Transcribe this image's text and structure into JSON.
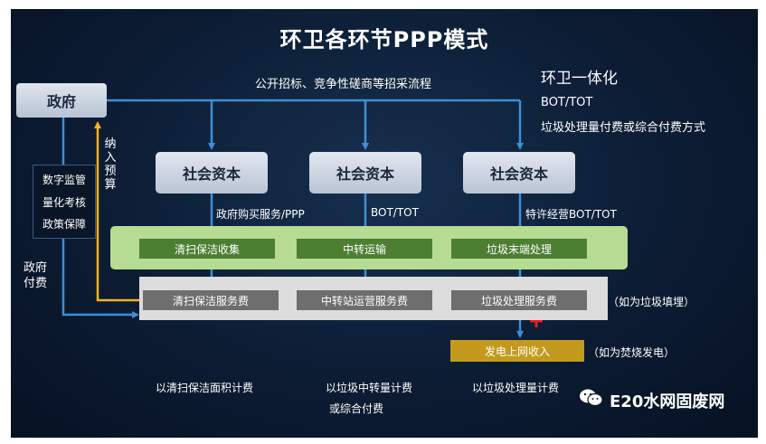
{
  "title": "环卫各环节PPP模式",
  "top_note": "公开招标、竞争性磋商等招采流程",
  "side_panel": {
    "title": "环卫一体化",
    "line1": "BOT/TOT",
    "line2": "垃圾处理量付费或综合付费方式"
  },
  "government": "政府",
  "supervision": [
    "数字监管",
    "量化考核",
    "政策保障"
  ],
  "budget_label": [
    "纳",
    "入",
    "预",
    "算"
  ],
  "gov_pay_label": [
    "政府",
    "付费"
  ],
  "capitals": [
    "社会资本",
    "社会资本",
    "社会资本"
  ],
  "capital_modes": [
    "政府购买服务/PPP",
    "BOT/TOT",
    "特许经营BOT/TOT"
  ],
  "green_steps": [
    "清扫保洁收集",
    "中转运输",
    "垃圾末端处理"
  ],
  "fee_steps": [
    "清扫保洁服务费",
    "中转站运营服务费",
    "垃圾处理服务费"
  ],
  "landfill_note": "（如为垃圾填埋）",
  "power_box": "发电上网收入",
  "incineration_note": "（如为焚烧发电）",
  "billing": [
    "以清扫保洁面积计费",
    "以垃圾中转量计费",
    "或综合付费",
    "以垃圾处理量计费"
  ],
  "watermark": "E20水网固废网",
  "colors": {
    "arrow_blue": "#3d8fd6",
    "arrow_gold": "#f0b323",
    "green_band": "#b6db92",
    "green_box": "#4d7f33",
    "fee_box": "#6e6e6e",
    "gold_box": "#c49a1e",
    "cross_red": "#e02020"
  }
}
